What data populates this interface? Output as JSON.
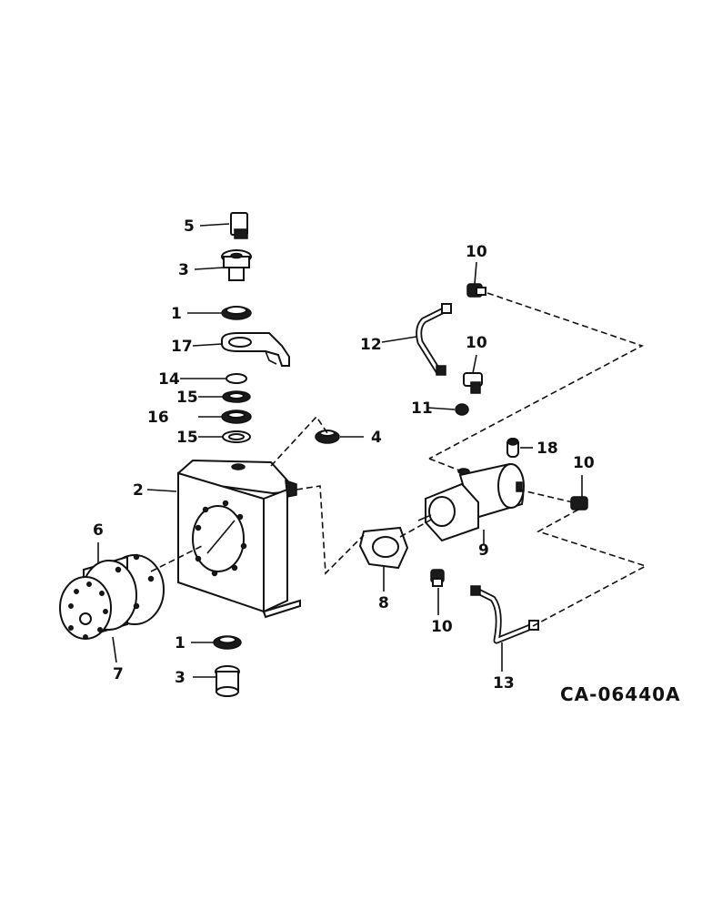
{
  "callouts": [
    {
      "id": "c-5",
      "label": "5"
    },
    {
      "id": "c-3a",
      "label": "3"
    },
    {
      "id": "c-1a",
      "label": "1"
    },
    {
      "id": "c-17",
      "label": "17"
    },
    {
      "id": "c-14",
      "label": "14"
    },
    {
      "id": "c-15a",
      "label": "15"
    },
    {
      "id": "c-16",
      "label": "16"
    },
    {
      "id": "c-15b",
      "label": "15"
    },
    {
      "id": "c-4",
      "label": "4"
    },
    {
      "id": "c-2",
      "label": "2"
    },
    {
      "id": "c-6",
      "label": "6"
    },
    {
      "id": "c-7",
      "label": "7"
    },
    {
      "id": "c-1b",
      "label": "1"
    },
    {
      "id": "c-3b",
      "label": "3"
    },
    {
      "id": "c-10a",
      "label": "10"
    },
    {
      "id": "c-12",
      "label": "12"
    },
    {
      "id": "c-10b",
      "label": "10"
    },
    {
      "id": "c-11",
      "label": "11"
    },
    {
      "id": "c-18",
      "label": "18"
    },
    {
      "id": "c-10c",
      "label": "10"
    },
    {
      "id": "c-9",
      "label": "9"
    },
    {
      "id": "c-8",
      "label": "8"
    },
    {
      "id": "c-10d",
      "label": "10"
    },
    {
      "id": "c-13",
      "label": "13"
    }
  ],
  "drawing_code": "CA-06440A"
}
